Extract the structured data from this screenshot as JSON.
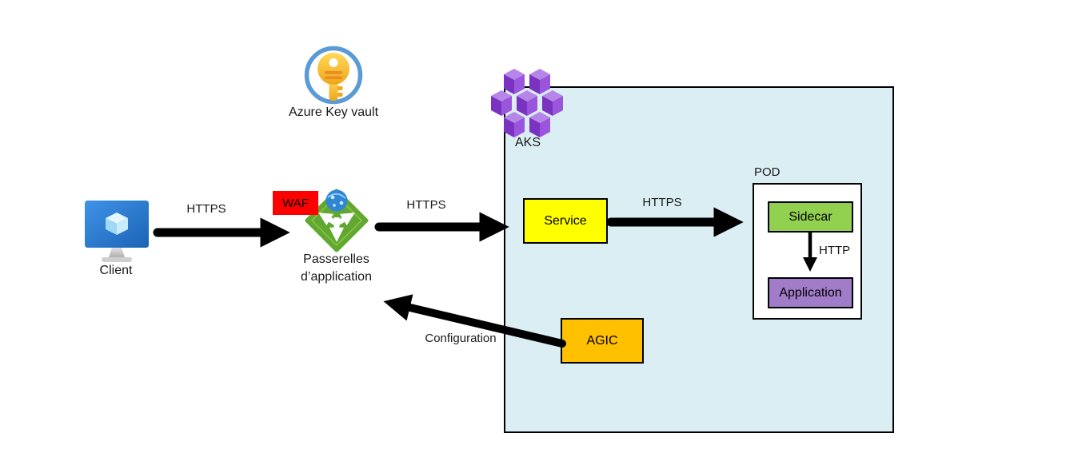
{
  "nodes": {
    "key_vault": {
      "label": "Azure Key vault",
      "icon": "key-vault-icon"
    },
    "client": {
      "label": "Client",
      "icon": "client-monitor-icon"
    },
    "waf": {
      "label": "WAF"
    },
    "gateway": {
      "label_line1": "Passerelles",
      "label_line2": "d’application",
      "icon": "application-gateway-icon"
    },
    "aks": {
      "label": "AKS",
      "icon": "aks-cluster-icon"
    },
    "service": {
      "label": "Service"
    },
    "pod": {
      "label": "POD"
    },
    "sidecar": {
      "label": "Sidecar"
    },
    "application": {
      "label": "Application"
    },
    "agic": {
      "label": "AGIC"
    }
  },
  "edges": {
    "client_to_gateway": {
      "label": "HTTPS"
    },
    "gateway_to_service": {
      "label": "HTTPS"
    },
    "service_to_pod": {
      "label": "HTTPS"
    },
    "sidecar_to_application": {
      "label": "HTTP"
    },
    "agic_to_gateway": {
      "label": "Configuration"
    }
  },
  "colors": {
    "aks_fill": "#daeef3",
    "pod_fill": "#ffffff",
    "service_fill": "#ffff00",
    "sidecar_fill": "#92d050",
    "application_fill": "#a07cc9",
    "agic_fill": "#ffc000",
    "waf_fill": "#ff0000",
    "arrow": "#000000",
    "gateway_green": "#61a832",
    "key_vault_ring": "#5b9bd5",
    "key_gold": "#fcc52d",
    "aks_icon_purple": "#9b55dd",
    "client_blue": "#2e7fd6"
  }
}
